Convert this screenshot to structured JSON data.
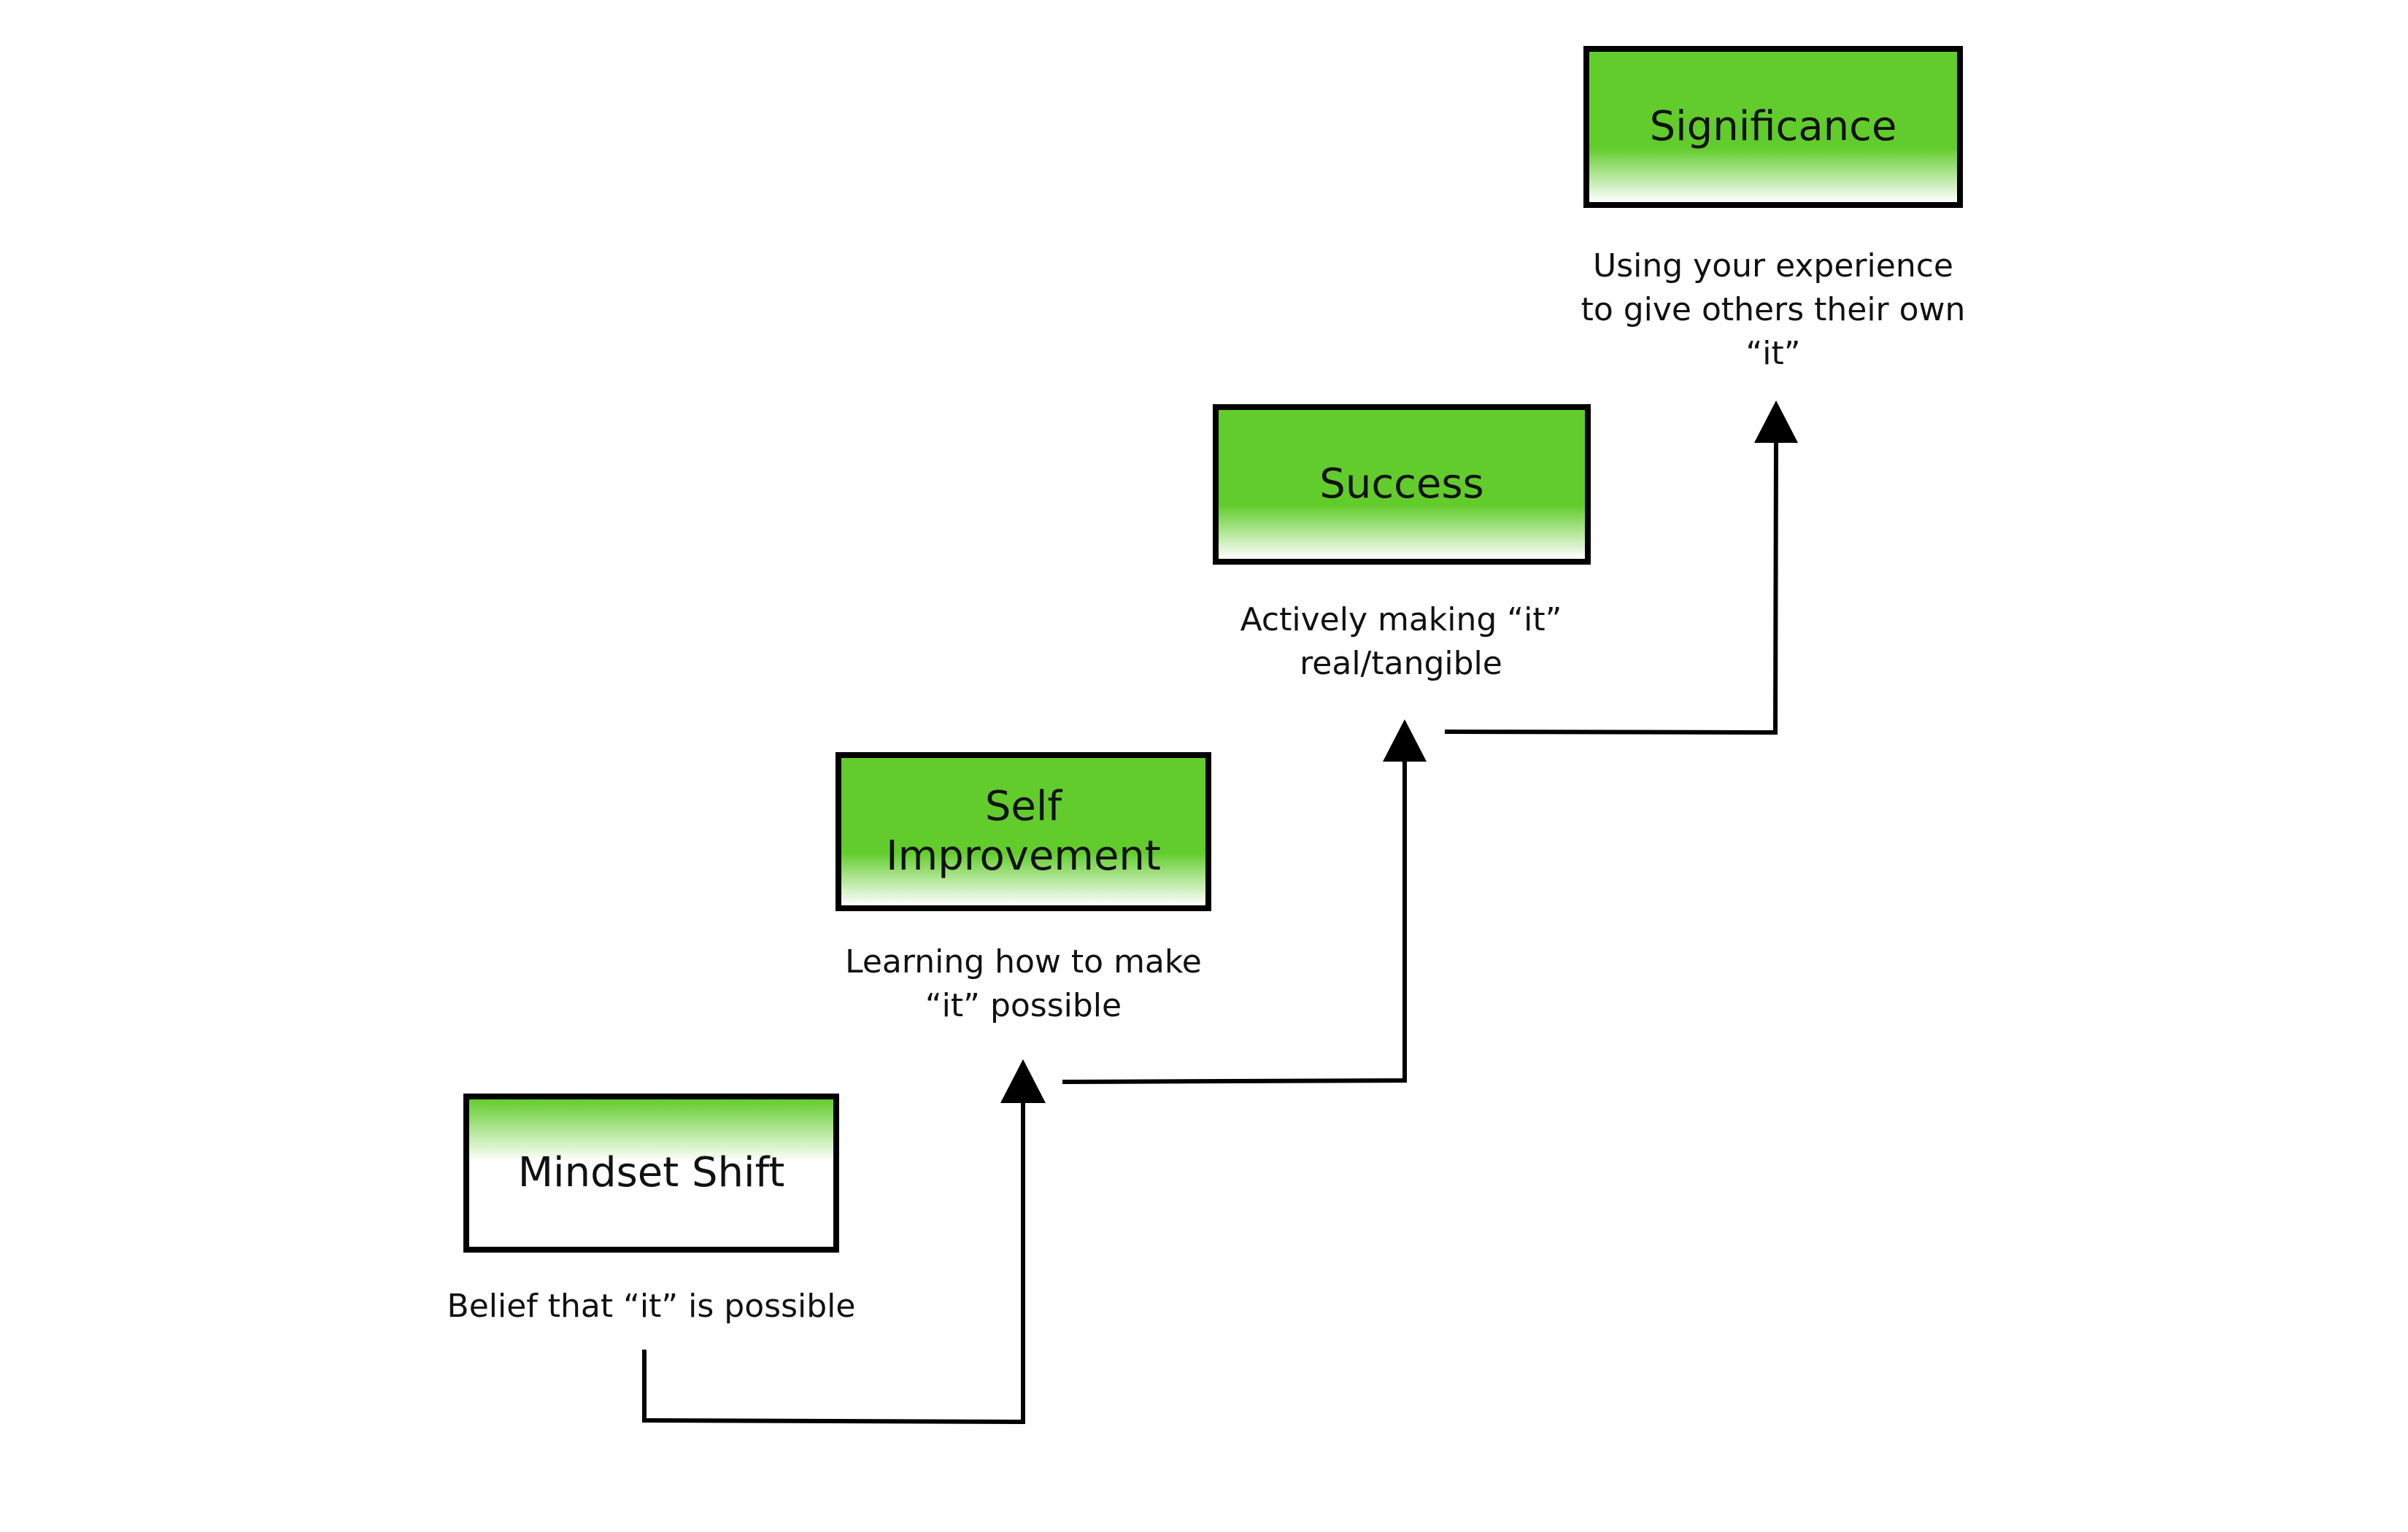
{
  "diagram": {
    "colors": {
      "box_fill": "#62cc2c",
      "box_fade": "#ffffff",
      "stroke": "#000000",
      "text": "#111111"
    },
    "steps": [
      {
        "title_lines": [
          "Mindset Shift"
        ],
        "description_lines": [
          "Belief that “it” is possible"
        ]
      },
      {
        "title_lines": [
          "Self",
          "Improvement"
        ],
        "description_lines": [
          "Learning how to make",
          "“it” possible"
        ]
      },
      {
        "title_lines": [
          "Success"
        ],
        "description_lines": [
          "Actively making “it”",
          "real/tangible"
        ]
      },
      {
        "title_lines": [
          "Significance"
        ],
        "description_lines": [
          "Using your experience",
          "to give others their own",
          "“it”"
        ]
      }
    ],
    "connector_icons": [
      "arrow-up-icon",
      "arrow-up-icon",
      "arrow-up-icon"
    ]
  }
}
